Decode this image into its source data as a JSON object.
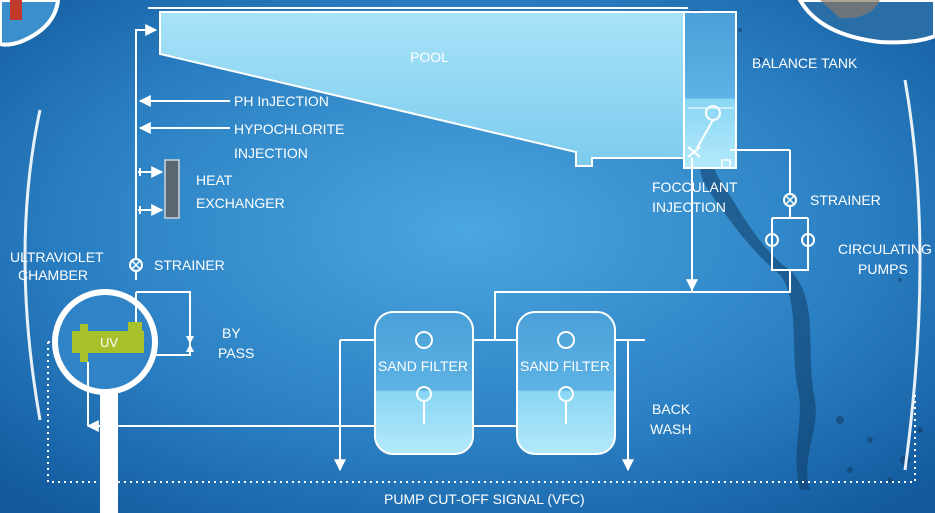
{
  "diagram": {
    "pool": "POOL",
    "balance_tank": "BALANCE TANK",
    "ph_injection": "PH InJECTION",
    "hypochlorite_line1": "HYPOCHLORITE",
    "hypochlorite_line2": "INJECTION",
    "heat_line1": "HEAT",
    "heat_line2": "EXCHANGER",
    "focculant_line1": "FOCCULANT",
    "focculant_line2": "INJECTION",
    "strainer_right": "STRAINER",
    "circulating_line1": "CIRCULATING",
    "circulating_line2": "PUMPS",
    "uv_line1": "ULTRAVIOLET",
    "uv_line2": "CHAMBER",
    "strainer_left": "STRAINER",
    "uv_unit": "UV",
    "bypass_line1": "BY",
    "bypass_line2": "PASS",
    "sand_filter_1": "SAND FILTER",
    "sand_filter_2": "SAND FILTER",
    "backwash_line1": "BACK",
    "backwash_line2": "WASH",
    "pump_cutoff": "PUMP CUT-OFF SIGNAL (VFC)"
  },
  "colors": {
    "background_center": "#4aa3dc",
    "background_edge": "#1560a6",
    "water": "#8fd6f3",
    "uv_unit": "#a7c12c",
    "line": "#ffffff"
  }
}
